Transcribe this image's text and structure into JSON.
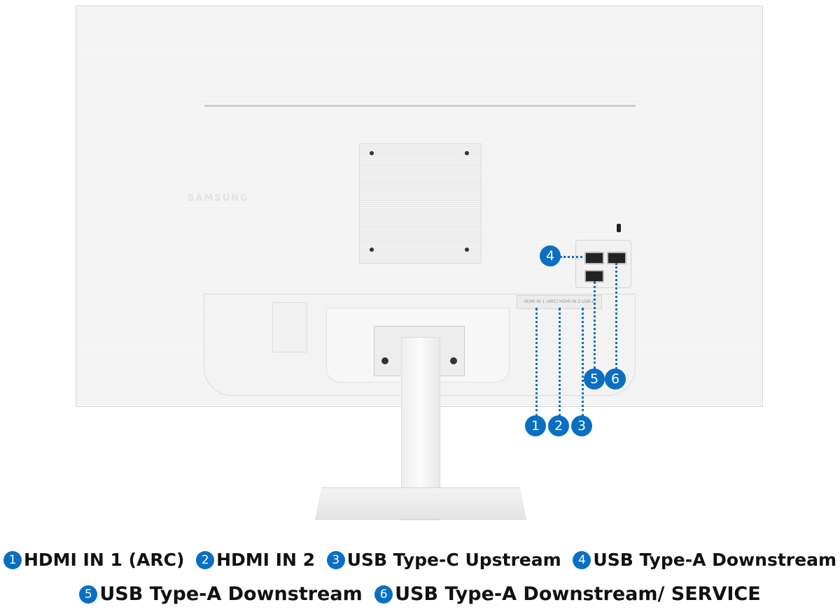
{
  "brand_logo": "SAMSUNG",
  "accent_color": "#0a6fc2",
  "rear_labels": [
    "HDMI IN 1 (ARC)",
    "HDMI IN 2",
    "USB-C"
  ],
  "callouts": [
    {
      "num": "1",
      "label": "HDMI IN 1 (ARC)"
    },
    {
      "num": "2",
      "label": "HDMI IN 2"
    },
    {
      "num": "3",
      "label": "USB Type-C Upstream"
    },
    {
      "num": "4",
      "label": "USB Type-A Downstream"
    },
    {
      "num": "5",
      "label": "USB Type-A Downstream"
    },
    {
      "num": "6",
      "label": "USB Type-A Downstream/ SERVICE"
    }
  ]
}
